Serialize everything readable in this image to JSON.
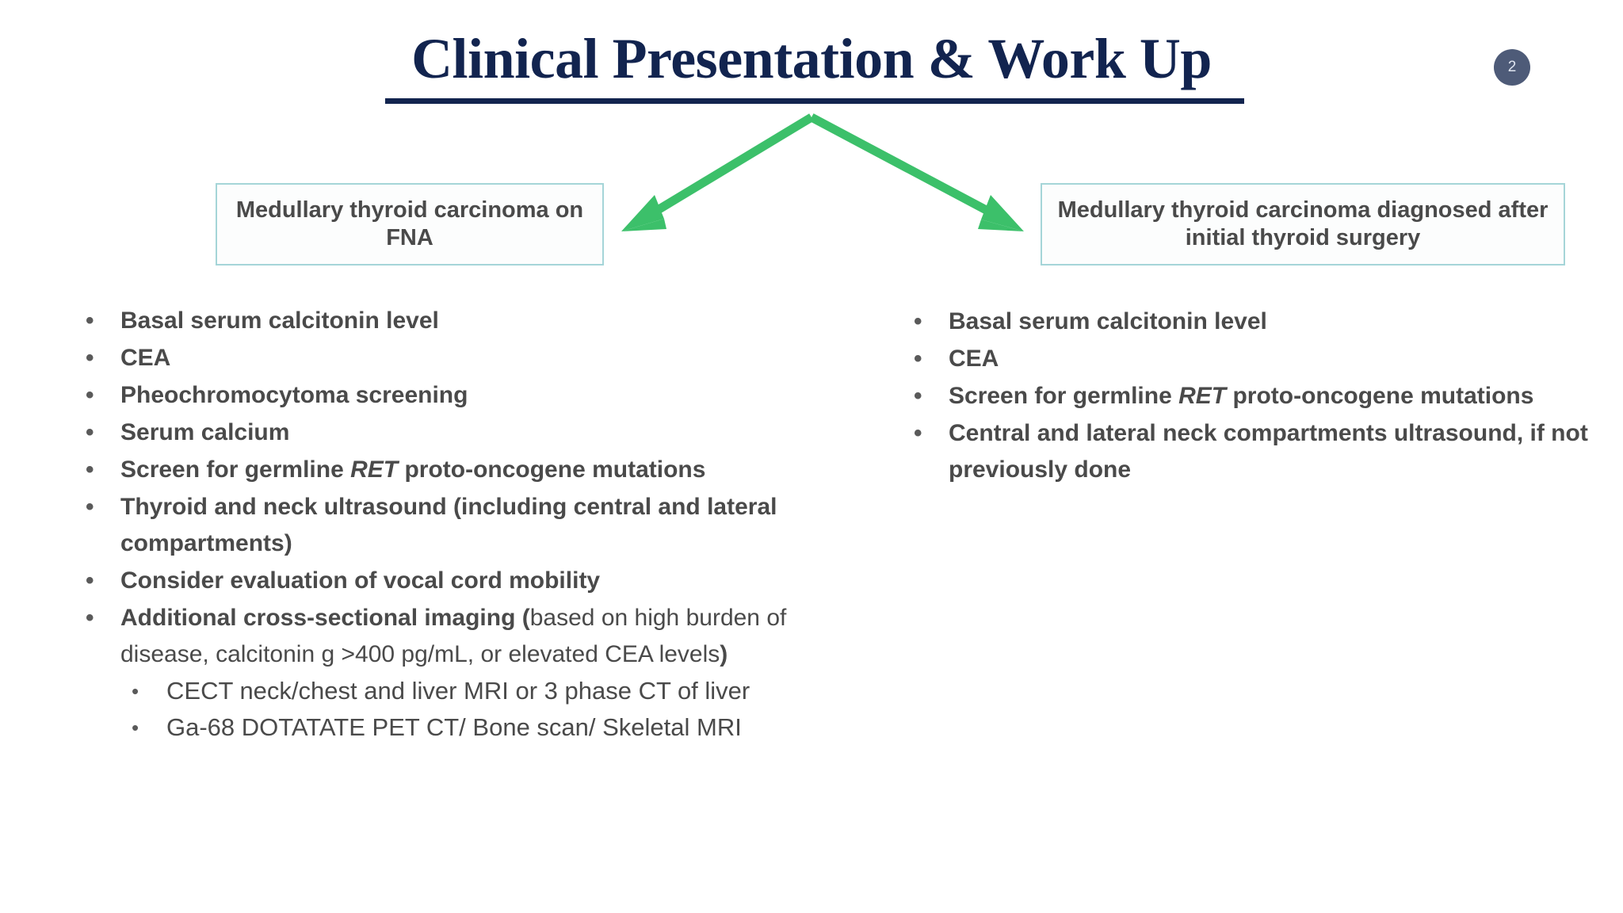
{
  "slide": {
    "title": "Clinical Presentation & Work Up",
    "page_number": "2",
    "title_color": "#12244f",
    "accent_arrow_color": "#3cc06a",
    "box_border_color": "#a5d5d8",
    "body_text_color": "#4a4a4a",
    "badge_color": "#4e5b78",
    "background": "#ffffff"
  },
  "boxes": {
    "left": "Medullary thyroid carcinoma on FNA",
    "right": "Medullary thyroid carcinoma diagnosed after initial thyroid surgery"
  },
  "left_column": {
    "bullets": [
      {
        "parts": [
          {
            "text": "Basal serum calcitonin level",
            "style": "bold"
          }
        ]
      },
      {
        "parts": [
          {
            "text": "CEA",
            "style": "bold"
          }
        ]
      },
      {
        "parts": [
          {
            "text": "Pheochromocytoma screening",
            "style": "bold"
          }
        ]
      },
      {
        "parts": [
          {
            "text": "Serum calcium",
            "style": "bold"
          }
        ]
      },
      {
        "parts": [
          {
            "text": "Screen for germline ",
            "style": "bold"
          },
          {
            "text": "RET",
            "style": "bold-italic"
          },
          {
            "text": " proto-oncogene mutations",
            "style": "bold"
          }
        ]
      },
      {
        "parts": [
          {
            "text": "Thyroid and neck ultrasound (including central and lateral compartments)",
            "style": "bold"
          }
        ]
      },
      {
        "parts": [
          {
            "text": "Consider evaluation of vocal cord mobility",
            "style": "bold"
          }
        ]
      },
      {
        "parts": [
          {
            "text": "Additional cross-sectional imaging (",
            "style": "bold"
          },
          {
            "text": "based on high burden of disease, calcitonin g >400 pg/mL, or elevated CEA levels",
            "style": "regular"
          },
          {
            "text": ")",
            "style": "bold"
          }
        ],
        "sub_bullets": [
          "CECT neck/chest and liver MRI or 3 phase CT of liver",
          "Ga-68 DOTATATE PET CT/ Bone scan/ Skeletal MRI"
        ]
      }
    ]
  },
  "right_column": {
    "bullets": [
      {
        "parts": [
          {
            "text": "Basal serum calcitonin level",
            "style": "bold"
          }
        ]
      },
      {
        "parts": [
          {
            "text": "CEA",
            "style": "bold"
          }
        ]
      },
      {
        "parts": [
          {
            "text": "Screen for germline ",
            "style": "bold"
          },
          {
            "text": "RET",
            "style": "bold-italic"
          },
          {
            "text": " proto-oncogene mutations",
            "style": "bold"
          }
        ]
      },
      {
        "parts": [
          {
            "text": "Central and lateral neck compartments ultrasound, if not previously done",
            "style": "bold"
          }
        ]
      }
    ]
  },
  "bullet_glyph": "•"
}
